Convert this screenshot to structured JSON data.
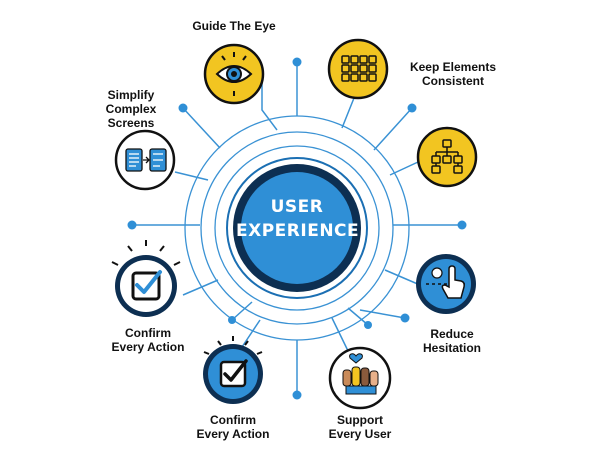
{
  "center": {
    "line1": "USER",
    "line2": "EXPERIENCE"
  },
  "nodes": {
    "guide_the_eye": {
      "label": "Guide The Eye",
      "icon": "eye-icon",
      "fill": "#f2c521"
    },
    "keep_elements_consistent": {
      "label_line1": "Keep Elements",
      "label_line2": "Consistent",
      "icon": "grid-icon",
      "fill": "#f2c521"
    },
    "hierarchy": {
      "icon": "flowchart-icon",
      "fill": "#f2c521"
    },
    "simplify_complex_screens": {
      "label_line1": "Simplify",
      "label_line2": "Complex",
      "label_line3": "Screens",
      "icon": "screens-icon",
      "fill": "#ffffff"
    },
    "confirm_every_action_left": {
      "label_line1": "Confirm",
      "label_line2": "Every Action",
      "icon": "checkbox-icon",
      "fill": "#ffffff"
    },
    "confirm_every_action_bottom": {
      "label_line1": "Confirm",
      "label_line2": "Every Action",
      "icon": "checkbox-icon",
      "fill": "#2f8fd6"
    },
    "support_every_user": {
      "label_line1": "Support",
      "label_line2": "Every User",
      "icon": "raised-hands-icon",
      "fill": "#ffffff"
    },
    "reduce_hesitation": {
      "label_line1": "Reduce",
      "label_line2": "Hesitation",
      "icon": "hand-pointer-icon",
      "fill": "#2f8fd6"
    }
  },
  "colors": {
    "primary_blue": "#2f8fd6",
    "dark_navy": "#0d2f52",
    "yellow": "#f2c521",
    "ring_blue": "#1b6fb3",
    "line_blue": "#3a92d4"
  }
}
